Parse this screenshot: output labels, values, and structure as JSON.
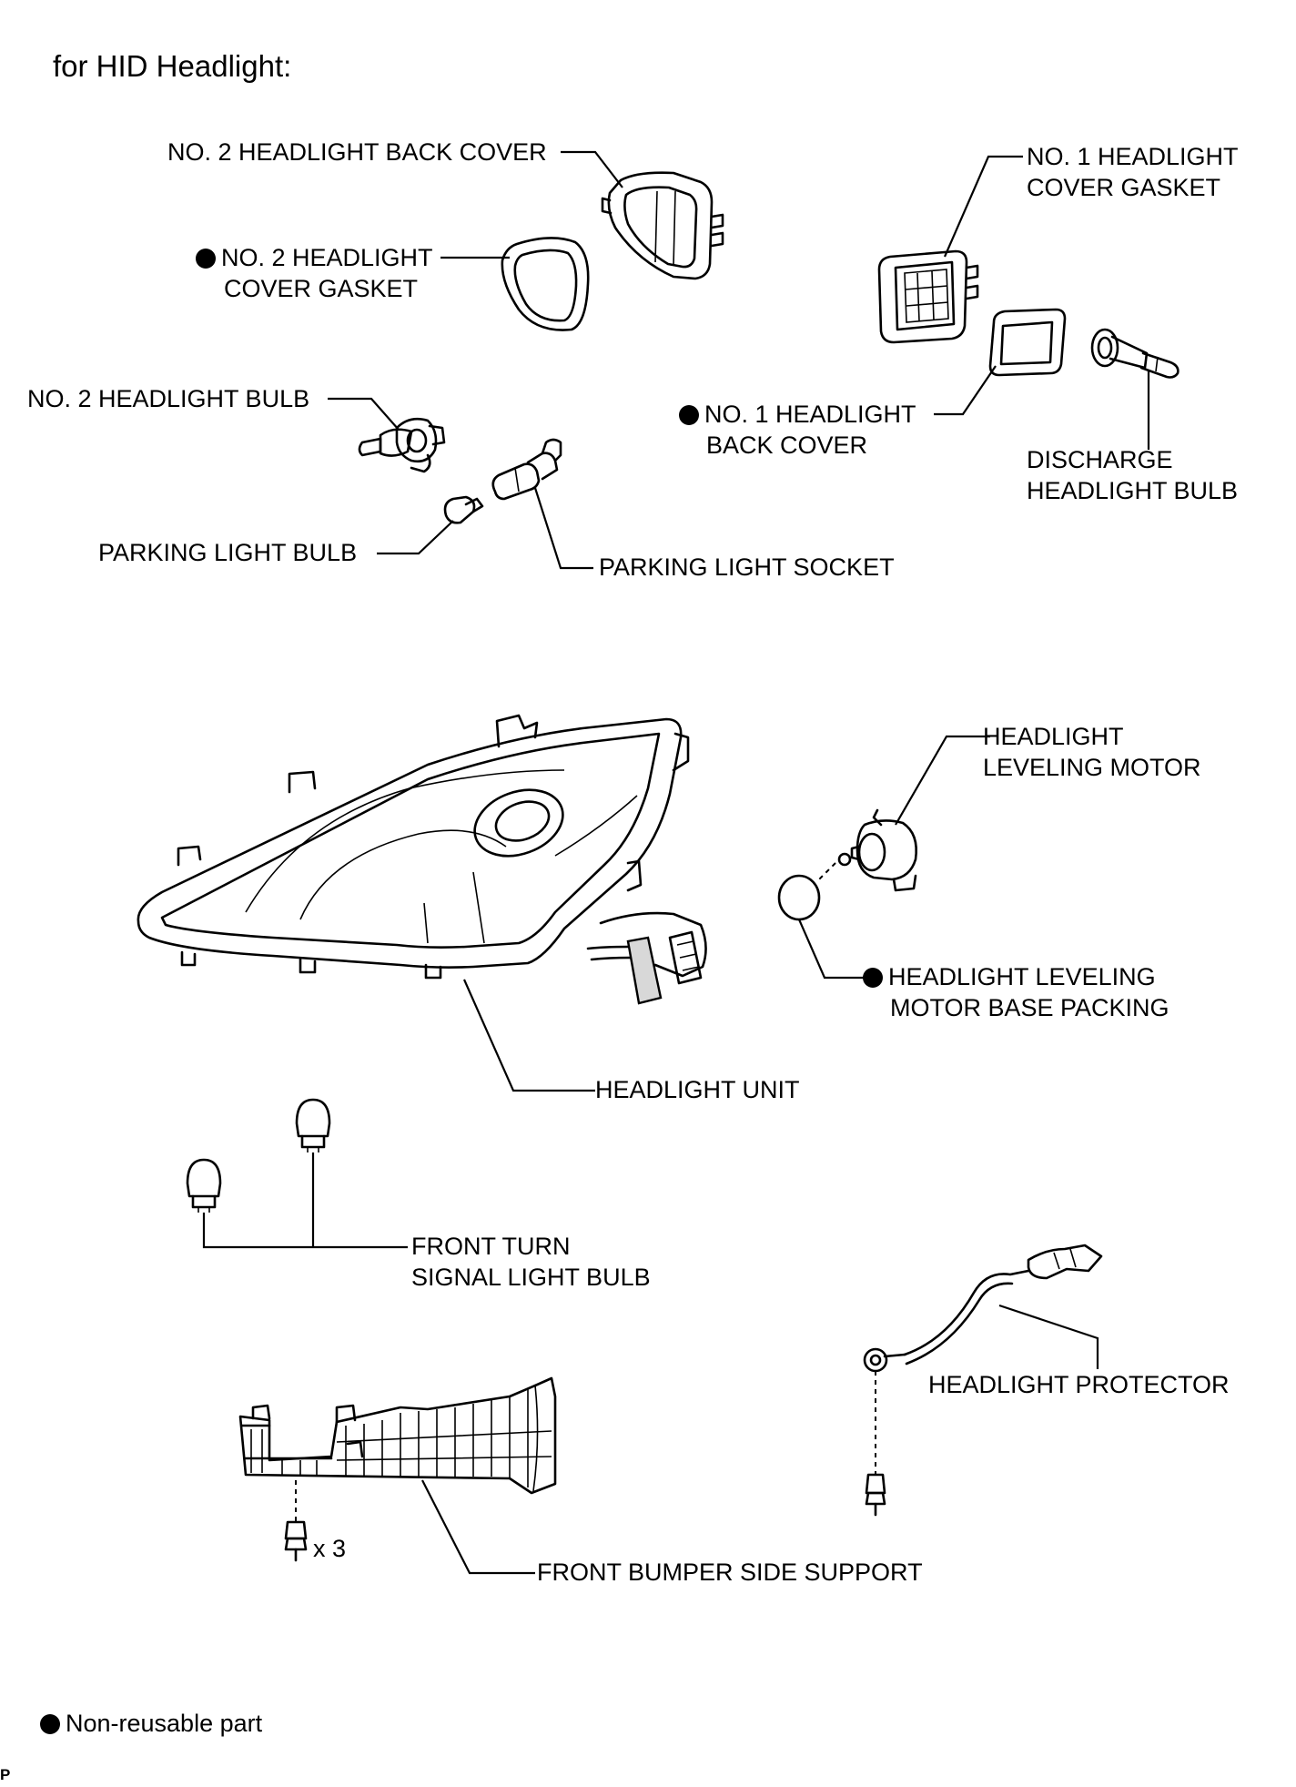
{
  "heading": "for HID Headlight:",
  "legend": {
    "text": "Non-reusable part"
  },
  "corner_mark": "P",
  "quantity_note": "x 3",
  "labels": {
    "no2_back_cover": "NO. 2 HEADLIGHT BACK COVER",
    "no2_cover_gasket_line1": "NO. 2 HEADLIGHT",
    "no2_cover_gasket_line2": "COVER GASKET",
    "no1_cover_gasket_line1": "NO. 1 HEADLIGHT",
    "no1_cover_gasket_line2": "COVER GASKET",
    "no2_bulb": "NO. 2 HEADLIGHT BULB",
    "no1_back_cover_line1": "NO. 1 HEADLIGHT",
    "no1_back_cover_line2": "BACK COVER",
    "discharge_bulb_line1": "DISCHARGE",
    "discharge_bulb_line2": "HEADLIGHT BULB",
    "parking_bulb": "PARKING LIGHT BULB",
    "parking_socket": "PARKING LIGHT SOCKET",
    "leveling_motor_line1": "HEADLIGHT",
    "leveling_motor_line2": "LEVELING MOTOR",
    "leveling_packing_line1": "HEADLIGHT LEVELING",
    "leveling_packing_line2": "MOTOR BASE PACKING",
    "headlight_unit": "HEADLIGHT UNIT",
    "turn_bulb_line1": "FRONT TURN",
    "turn_bulb_line2": "SIGNAL LIGHT BULB",
    "protector": "HEADLIGHT PROTECTOR",
    "bumper_support": "FRONT BUMPER SIDE SUPPORT"
  },
  "non_reusable_parts": [
    "no2_cover_gasket",
    "no1_back_cover",
    "leveling_packing"
  ],
  "colors": {
    "ink": "#000000",
    "background": "#ffffff"
  }
}
